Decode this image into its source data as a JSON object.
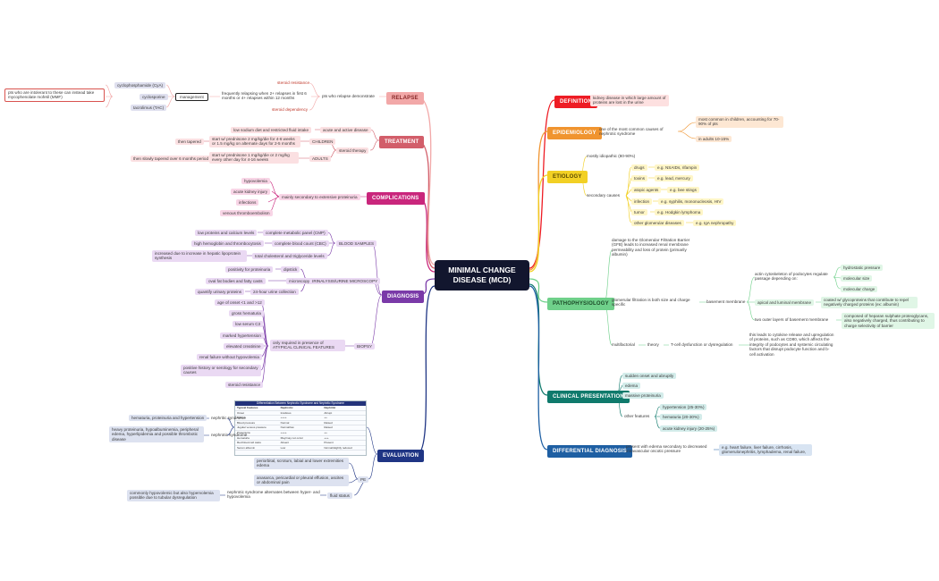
{
  "central": "MINIMAL CHANGE DISEASE (MCD)",
  "colors": {
    "definition": "#ee1c24",
    "epidemiology": "#f0942f",
    "etiology": "#f2d024",
    "pathophysiology": "#6fd08a",
    "clinical": "#0f7a6c",
    "differential": "#1e5fa3",
    "evaluation": "#1f3584",
    "diagnosis": "#7a3aa8",
    "complications": "#c9267c",
    "treatment": "#d25e6a",
    "relapse": "#f2a8a8"
  },
  "definition": {
    "title": "DEFINITION",
    "text": "kidney disease in which large amount of proteins are lost in the urine"
  },
  "epidemiology": {
    "title": "EPIDEMIOLOGY",
    "main": "one of the most common causes of nephrotic syndrome",
    "children": "most common in children, accounting for 70-90% of pts",
    "adults": "in adults 10-15%"
  },
  "etiology": {
    "title": "ETIOLOGY",
    "idiopathic": "mostly idiopathic (80-90%)",
    "secondary": "secondary causes",
    "items": [
      {
        "label": "drugs",
        "example": "e.g. NSAIDs, rifampin"
      },
      {
        "label": "toxins",
        "example": "e.g. lead, mercury"
      },
      {
        "label": "atopic agents",
        "example": "e.g. bee stings"
      },
      {
        "label": "infection",
        "example": "e.g. syphilis, mononucleosis, HIV"
      },
      {
        "label": "tumor",
        "example": "e.g. Hodgkin lymphoma"
      },
      {
        "label": "other glomerular diseases",
        "example": "e.g. IgA nephropathy"
      }
    ]
  },
  "pathophysiology": {
    "title": "PATHOPHYSIOLOGY",
    "damage": "damage to the Glomerular Filtration Barrier (GFB) leads to increased renal membrane permeability and loss of protein (primarily albumin)",
    "filtration": "glomerular filtration is both size and charge specific",
    "basement": "basement membrane",
    "actin": "actin cytoskeleton of podocytes regulate passage depending on:",
    "actin_items": [
      "hydrostatic pressure",
      "molecular size",
      "molecular charge"
    ],
    "apical": "apical and luminal membrane",
    "apical_detail": "coated w/ glycoproteins that contribute to repel negatively charged proteins (ex: albumin)",
    "outer": "two outer layers of basement membrane",
    "outer_detail": "composed of heparan sulphate proteoglycans, also negatively charged, thus contributing to charge selectivity of barrier",
    "multifactorial": "multifactorial",
    "theory": "theory",
    "tcell": "T-cell dysfunction or dysregulation",
    "tcell_detail": "this leads to cytokine release and upregulation of proteins, such as CD80, which affects the integrity of podocytes and systemic circulating factors that disrupt podocyte function and b-cell activation"
  },
  "clinical": {
    "title": "CLINICAL PRESENTATION",
    "items": [
      "sudden onset and abruptly",
      "edema",
      "massive proteinuria"
    ],
    "other": "other features",
    "other_items": [
      "hypertension (25-30%)",
      "hematuria (20-30%)",
      "acute kidney injury (20-25%)"
    ]
  },
  "differential": {
    "title": "DIFFERENTIAL DIAGNOSIS",
    "text": "present with edema secondary to decreased intravascular oncotic pressure",
    "examples": "e.g. heart failure, liver failure, cirrhosis, glomerulonephritis, lymphadema, renal failure,"
  },
  "evaluation": {
    "title": "EVALUATION",
    "nephritic": "nephritic syndrome",
    "nephritic_text": "hematuria, proteinuria and hypertension",
    "nephrotic": "nephrotic syndrome",
    "nephrotic_text": "heavy proteinuria, hypoalbuminemia, peripheral edema, hyperlipidemia and possible thrombotic disease",
    "table": {
      "title": "Differentiation Between Nephrotic Syndrome and Nephritic Syndrome",
      "headers": [
        "Typical Features",
        "Nephrotic",
        "Nephritic"
      ],
      "rows": [
        [
          "Onset",
          "Insidious",
          "Abrupt"
        ],
        [
          "Edema",
          "++++",
          "++"
        ],
        [
          "Blood pressure",
          "Normal",
          "Raised"
        ],
        [
          "Jugular venous pressure",
          "Normal/low",
          "Raised"
        ],
        [
          "Proteinuria",
          "++++",
          "++"
        ],
        [
          "Hematuria",
          "May/may not occur",
          "+++"
        ],
        [
          "Red blood cell casts",
          "Absent",
          "Present"
        ],
        [
          "Serum albumin",
          "Low",
          "Normal/slightly reduced"
        ]
      ]
    },
    "pe": "PE",
    "pe_items": [
      "periorbital, scrotum, labial and lower extremities edema",
      "anasarca, pericardial or pleural effusion, ascites or abdominal pain"
    ],
    "fluid": "fluid status",
    "fluid_text": "nephrotic syndrome alternates between hyper- and hypovolemia",
    "fluid_detail": "commonly hypovolemic but also hypervolemia possible due to tubular dysregulation"
  },
  "diagnosis": {
    "title": "DIAGNOSIS",
    "blood": "BLOOD SAMPLES",
    "cmp": "complete metabolic panel (CMP)",
    "cmp_text": "low proteins and calcium levels",
    "cbc": "complete blood count (CBC)",
    "cbc_text": "high hemoglobin and thrombocytosis",
    "lipid": "total cholesterol and triglyceride levels",
    "lipid_text": "increased due to increase in hepatic lipoprotein synthesis",
    "urine": "URINALYSIS/URINE MICROSCOPY",
    "dipstick": "dipstick",
    "dipstick_text": "positivity for proteinuria",
    "micro": "microscopy",
    "micro_text": "oval fat bodies and fatty casts",
    "collection": "24-hour urine collection",
    "collection_text": "quantify urinary proteins",
    "biopsy": "BIOPSY",
    "biopsy_text": "only required in presence of ATYPICAL CLINICAL FEATURES",
    "atypical": [
      "age of onset <1 and >12",
      "gross hematuria",
      "low serum C3",
      "marked hypertension",
      "elevated creatinine",
      "renal failure without hypovolemia",
      "positive history or serology for secondary causes",
      "steroid resistance"
    ]
  },
  "complications": {
    "title": "COMPLICATIONS",
    "main": "mainly secondary to extensive proteinuria",
    "items": [
      "hypovolemia",
      "acute kidney injury",
      "infections",
      "venous thromboembolism"
    ]
  },
  "treatment": {
    "title": "TREATMENT",
    "acute": "acute and active disease",
    "acute_text": "low sodium diet and restricted fluid intake",
    "steroid": "steroid therapy",
    "children": "CHILDREN",
    "children_text": "start w/ prednisone 2 mg/kg/die for 4-6 weeks or 1.5 mg/kg on alternate days for 2-5 months",
    "children_tail": "then tapered",
    "adults": "ADULTS",
    "adults_text": "start w/ prednisone 1 mg/kg/die or 2 mg/kg every other day for 4-16 weeks",
    "adults_tail": "then slowly tapered over 6 months period"
  },
  "relapse": {
    "title": "RELAPSE",
    "pts": "pts who relapse demonstrate",
    "items": [
      "steroid resistance",
      "frequently relapsing when 2+ relapses in first 6 months or 4+ relapses within 12 months",
      "steroid dependency"
    ],
    "management": "management",
    "drugs": [
      "cyclophosphamide (CyA)",
      "cyclosporine",
      "tacrolimus (TAC)"
    ],
    "note": "pts who are intolerant to these can instead take mycophenolate mofetil (MMF)"
  }
}
